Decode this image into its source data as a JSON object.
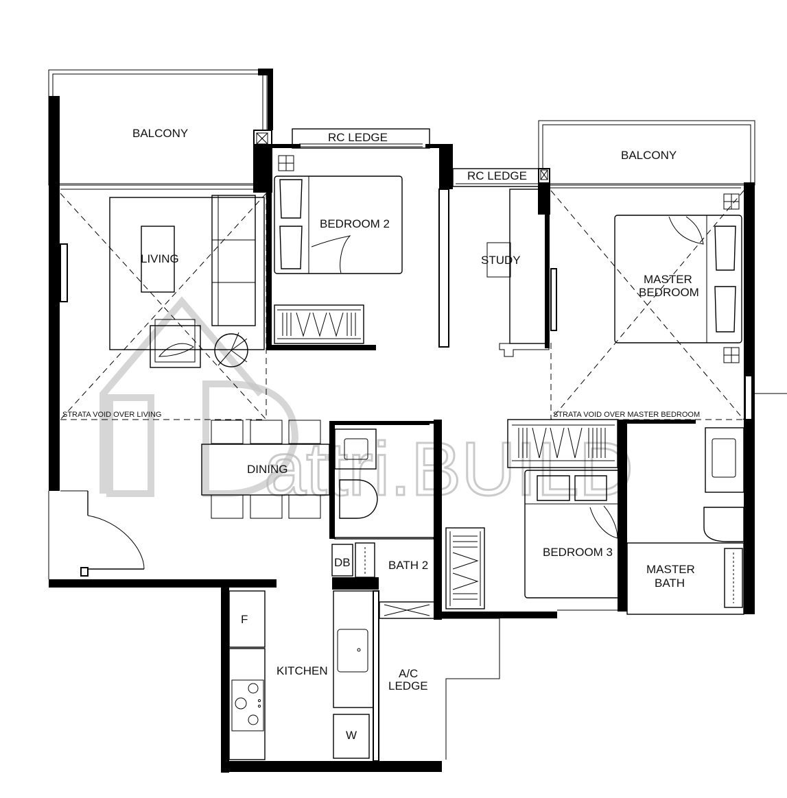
{
  "plan": {
    "rooms": {
      "balcony_left": "BALCONY",
      "balcony_right": "BALCONY",
      "rc_ledge_top": "RC LEDGE",
      "rc_ledge_mid": "RC LEDGE",
      "living": "LIVING",
      "bedroom2": "BEDROOM 2",
      "study": "STUDY",
      "master_bedroom_line1": "MASTER",
      "master_bedroom_line2": "BEDROOM",
      "void_living": "STRATA VOID OVER LIVING",
      "void_master": "STRATA VOID OVER MASTER BEDROOM",
      "dining": "DINING",
      "db": "DB",
      "bath2": "BATH 2",
      "bedroom3": "BEDROOM 3",
      "master_bath_line1": "MASTER",
      "master_bath_line2": "BATH",
      "fridge": "F",
      "kitchen": "KITCHEN",
      "ac_ledge_line1": "A/C",
      "ac_ledge_line2": "LEDGE",
      "washer": "W"
    },
    "watermark": "attri.BUILD"
  }
}
